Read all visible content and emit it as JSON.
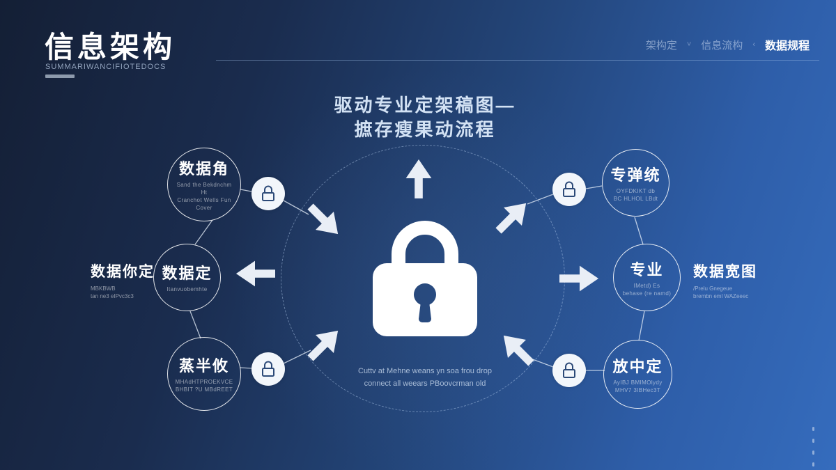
{
  "header": {
    "title": "信息架构",
    "subtitle": "SUMMARIWANCIFIOTEDOCS",
    "breadcrumb": {
      "item1": "架构定",
      "sep1": "˅",
      "item2": "信息流构",
      "sep2": "‹",
      "item3": "数据规程"
    }
  },
  "heading": {
    "line1": "驱动专业定架稿图—",
    "line2": "摭存瘦果动流程"
  },
  "center": {
    "note1": "Cuttv at Mehne weans yn soa frou drop",
    "note2": "connect all weears PBoovcrman old"
  },
  "nodes": [
    {
      "title": "数据角",
      "sub1": "Sand the Bekdnchm Ht",
      "sub2": "Cranchot Wells Fun Cover"
    },
    {
      "title": "数据定",
      "sub1": "Itanvuobemhte",
      "sub2": ""
    },
    {
      "title": "蒸半攸",
      "sub1": "MHAdHTPROEKVCE",
      "sub2": "BHBIT ?U MBdREET"
    },
    {
      "title": "专弹统",
      "sub1": "OYFDKIKT db",
      "sub2": "BC HLHOL LBdt"
    },
    {
      "title": "专业",
      "sub1": "IMetd) Es",
      "sub2": "behase (re namd)"
    },
    {
      "title": "放中定",
      "sub1": "AyIBJ BMIMOlydy",
      "sub2": "MHV7 3IBHec3T"
    }
  ],
  "labels": {
    "left": {
      "title": "数据你定",
      "sub1": "MBKBWB",
      "sub2": "tan ne3 eIPvc3c3"
    },
    "right": {
      "title": "数据宽图",
      "sub1": "/Prelu Gnegeue",
      "sub2": "brembn eml WAZeeec"
    }
  },
  "colors": {
    "background_dark": "#16243e",
    "background_bright": "#356cbd",
    "lock_white": "#ffffff",
    "badge_stroke": "#2c4a78",
    "circle_stroke": "#ffffff"
  }
}
